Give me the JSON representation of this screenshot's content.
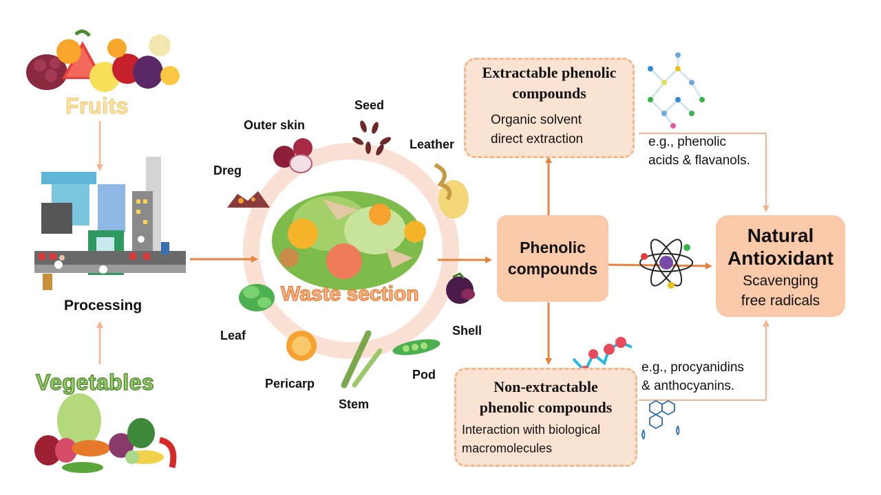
{
  "labels": {
    "fruits": "Fruits",
    "vegetables": "Vegetables",
    "processing": "Processing",
    "waste_section": "Waste section"
  },
  "waste_parts": {
    "seed": "Seed",
    "outer_skin": "Outer skin",
    "leather": "Leather",
    "dreg": "Dreg",
    "shell": "Shell",
    "leaf": "Leaf",
    "pod": "Pod",
    "pericarp": "Pericarp",
    "stem": "Stem"
  },
  "extractable": {
    "title_line1": "Extractable phenolic",
    "title_line2": "compounds",
    "desc_line1": "Organic solvent",
    "desc_line2": "direct extraction",
    "example_line1": "e.g., phenolic",
    "example_line2": "acids & flavanols."
  },
  "non_extractable": {
    "title_line1": "Non-extractable",
    "title_line2": "phenolic compounds",
    "desc_line1": "Interaction with biological",
    "desc_line2": "macromolecules",
    "example_line1": "e.g., procyanidins",
    "example_line2": "& anthocyanins."
  },
  "phenolic": {
    "line1": "Phenolic",
    "line2": "compounds"
  },
  "natural_antioxidant": {
    "title_line1": "Natural",
    "title_line2": "Antioxidant",
    "sub_line1": "Scavenging",
    "sub_line2": "free radicals"
  },
  "colors": {
    "arrow_orange": "#e8823c",
    "arrow_light": "#f1b48e",
    "box_fill": "#f9c9aa",
    "box_light": "#fbe3d3"
  }
}
